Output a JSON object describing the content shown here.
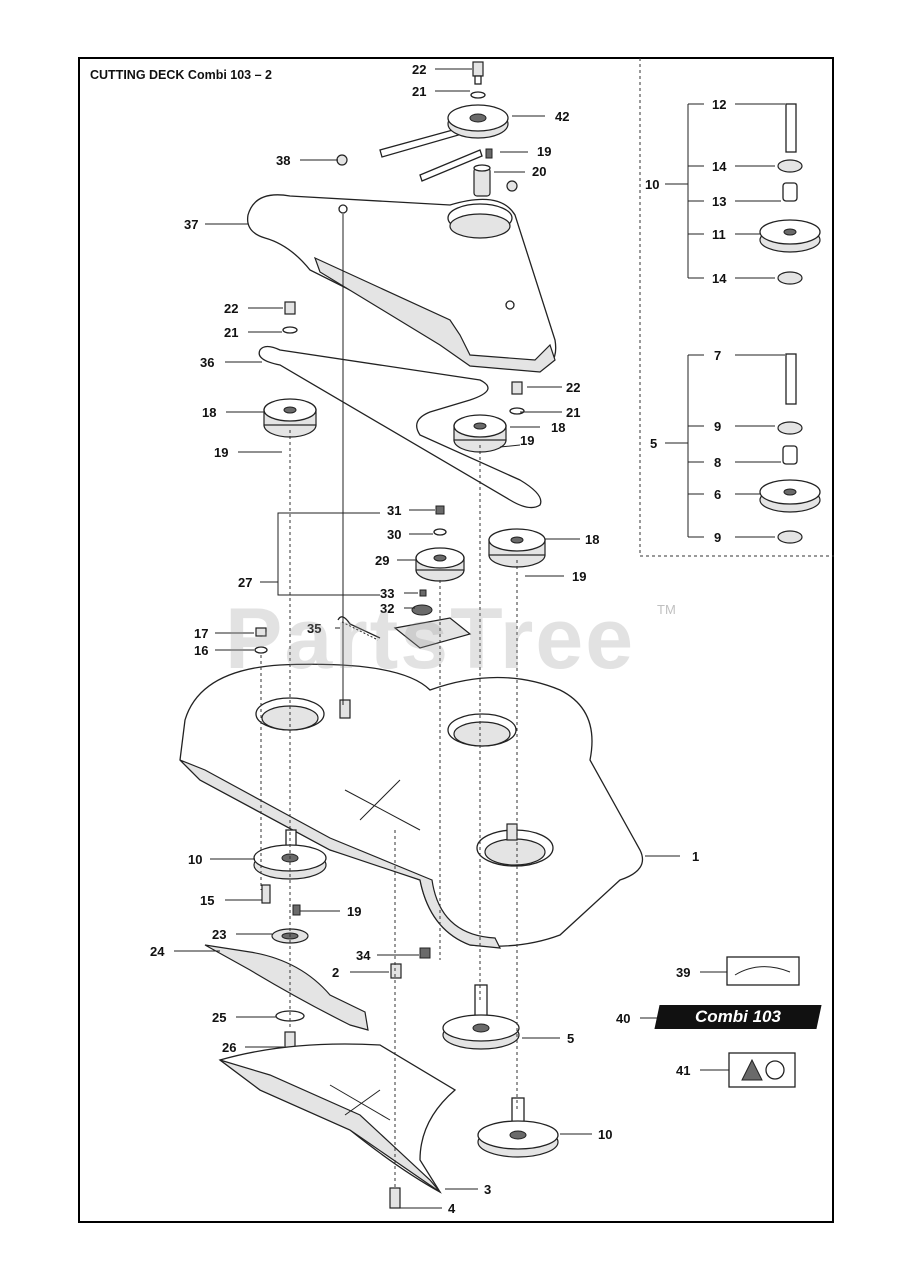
{
  "title": "CUTTING DECK Combi 103 – 2",
  "watermark": "PartsTree",
  "trademark": "TM",
  "decal_40_text": "Combi 103",
  "callouts": [
    {
      "id": "c22a",
      "label": "22"
    },
    {
      "id": "c21a",
      "label": "21"
    },
    {
      "id": "c42",
      "label": "42"
    },
    {
      "id": "c19a",
      "label": "19"
    },
    {
      "id": "c20",
      "label": "20"
    },
    {
      "id": "c38",
      "label": "38"
    },
    {
      "id": "c37",
      "label": "37"
    },
    {
      "id": "c22b",
      "label": "22"
    },
    {
      "id": "c21b",
      "label": "21"
    },
    {
      "id": "c36",
      "label": "36"
    },
    {
      "id": "c22c",
      "label": "22"
    },
    {
      "id": "c21c",
      "label": "21"
    },
    {
      "id": "c18a",
      "label": "18"
    },
    {
      "id": "c18b",
      "label": "18"
    },
    {
      "id": "c19b",
      "label": "19"
    },
    {
      "id": "c19c",
      "label": "19"
    },
    {
      "id": "c31",
      "label": "31"
    },
    {
      "id": "c30",
      "label": "30"
    },
    {
      "id": "c29",
      "label": "29"
    },
    {
      "id": "c27",
      "label": "27"
    },
    {
      "id": "c18c",
      "label": "18"
    },
    {
      "id": "c19d",
      "label": "19"
    },
    {
      "id": "c33",
      "label": "33"
    },
    {
      "id": "c32",
      "label": "32"
    },
    {
      "id": "c35",
      "label": "35"
    },
    {
      "id": "c17",
      "label": "17"
    },
    {
      "id": "c16",
      "label": "16"
    },
    {
      "id": "c1",
      "label": "1"
    },
    {
      "id": "c10a",
      "label": "10"
    },
    {
      "id": "c15",
      "label": "15"
    },
    {
      "id": "c19e",
      "label": "19"
    },
    {
      "id": "c23",
      "label": "23"
    },
    {
      "id": "c24",
      "label": "24"
    },
    {
      "id": "c34",
      "label": "34"
    },
    {
      "id": "c2",
      "label": "2"
    },
    {
      "id": "c39",
      "label": "39"
    },
    {
      "id": "c25",
      "label": "25"
    },
    {
      "id": "c5a",
      "label": "5"
    },
    {
      "id": "c40",
      "label": "40"
    },
    {
      "id": "c26",
      "label": "26"
    },
    {
      "id": "c41",
      "label": "41"
    },
    {
      "id": "c10b",
      "label": "10"
    },
    {
      "id": "c3",
      "label": "3"
    },
    {
      "id": "c4",
      "label": "4"
    }
  ],
  "inset_10": {
    "group": "10",
    "items": [
      {
        "label": "12"
      },
      {
        "label": "14"
      },
      {
        "label": "13"
      },
      {
        "label": "11"
      },
      {
        "label": "14"
      }
    ]
  },
  "inset_5": {
    "group": "5",
    "items": [
      {
        "label": "7"
      },
      {
        "label": "9"
      },
      {
        "label": "8"
      },
      {
        "label": "6"
      },
      {
        "label": "9"
      }
    ]
  }
}
